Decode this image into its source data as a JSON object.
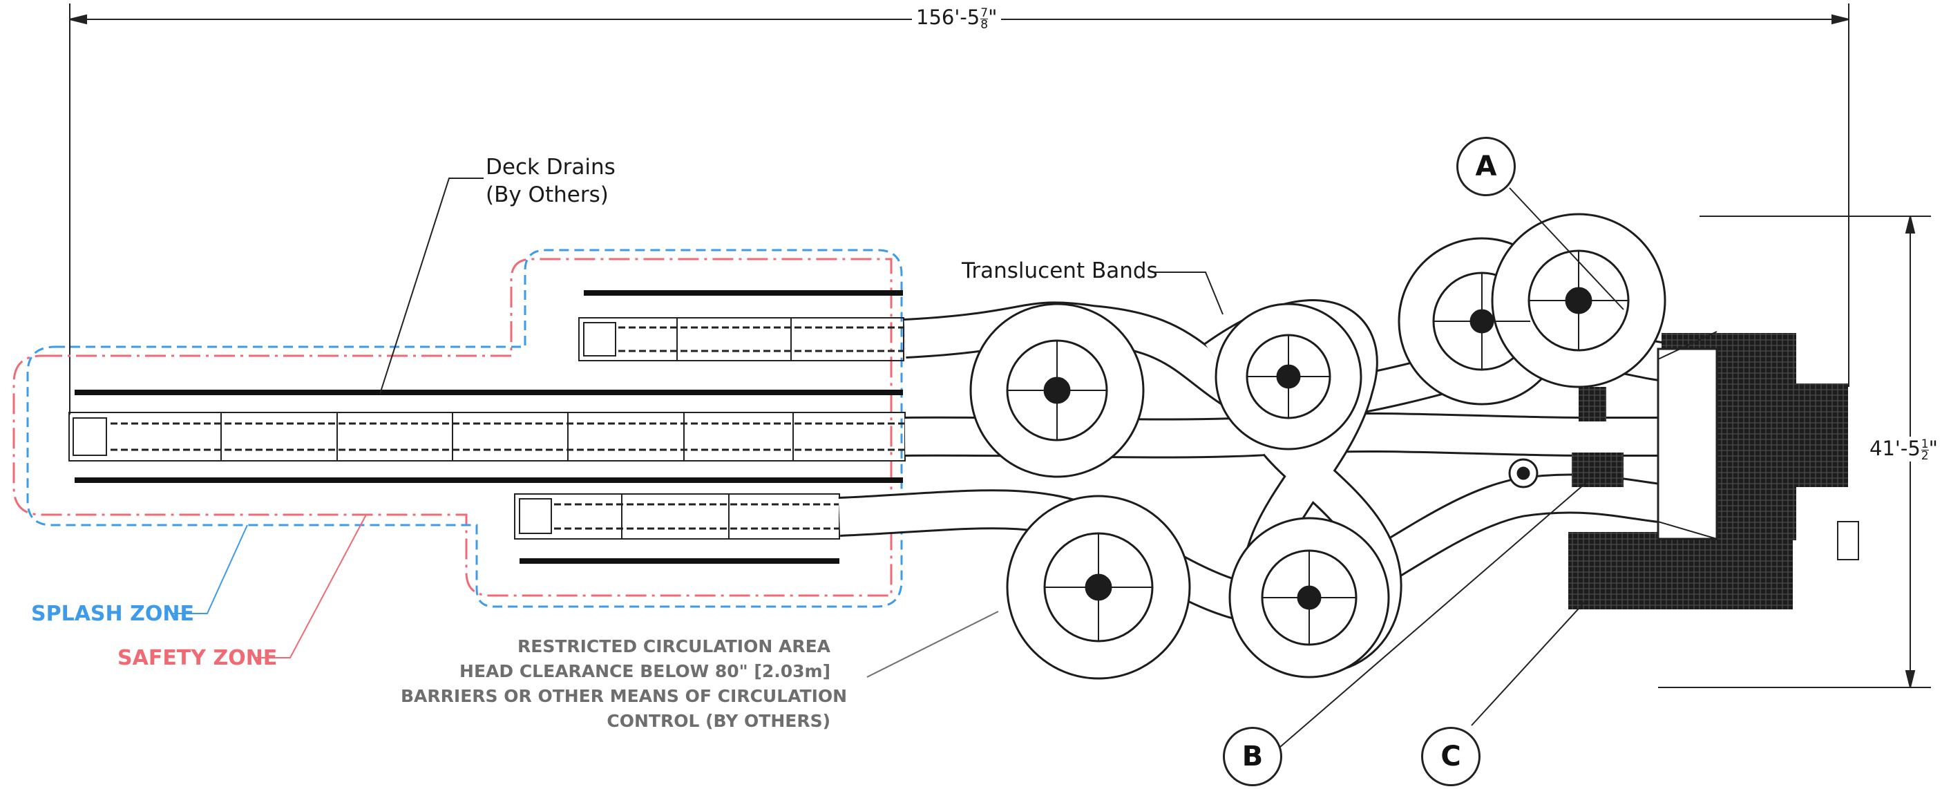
{
  "dimensions": {
    "overall_length": {
      "main": "156'-5",
      "num": "7",
      "den": "8",
      "unit": "\""
    },
    "overall_width": {
      "main": "41'-5",
      "num": "1",
      "den": "2",
      "unit": "\""
    }
  },
  "callouts": {
    "deck_drains": [
      "Deck Drains",
      "(By Others)"
    ],
    "translucent_bands": "Translucent Bands"
  },
  "zones": {
    "splash": {
      "label": "SPLASH ZONE",
      "color": "#3d9be9"
    },
    "safety": {
      "label": "SAFETY ZONE",
      "color": "#f06a74"
    }
  },
  "restricted_note": [
    "RESTRICTED CIRCULATION AREA",
    "HEAD CLEARANCE BELOW 80\" [2.03m]",
    "BARRIERS OR OTHER MEANS OF CIRCULATION",
    "CONTROL (BY OTHERS)"
  ],
  "detail_markers": [
    "A",
    "B",
    "C"
  ],
  "colors": {
    "linework": "#1c1c1c",
    "note_gray": "#6e6e6e"
  }
}
